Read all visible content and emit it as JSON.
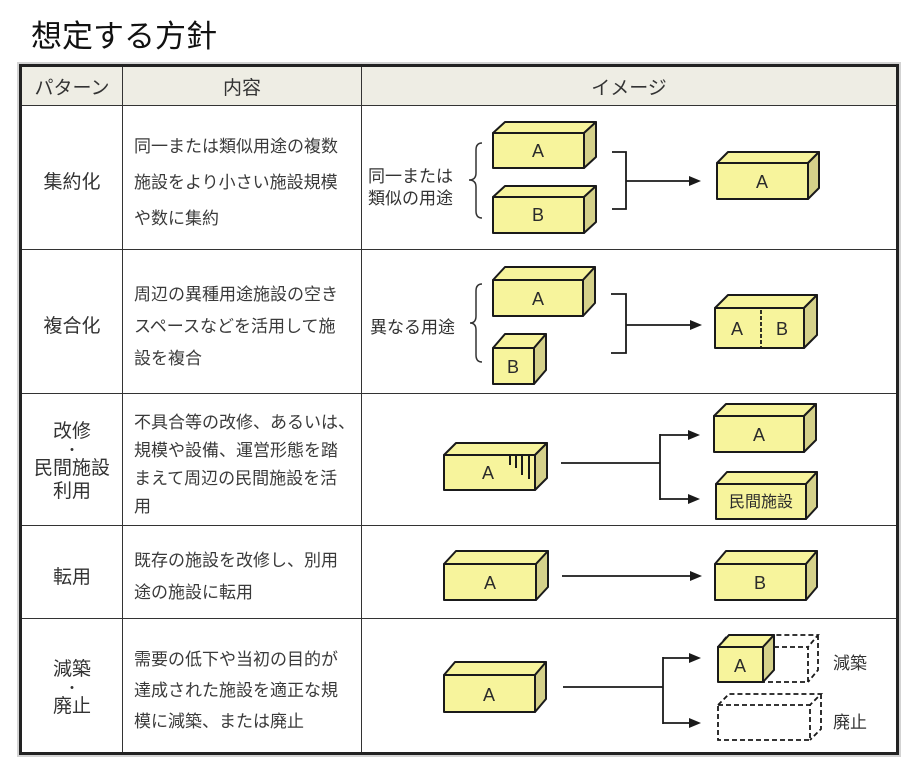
{
  "title": "想定する方針",
  "colors": {
    "header_bg": "#eeede4",
    "box_face": "#f7f49c",
    "box_side": "#d5d18a",
    "line": "#1a1a1a",
    "text": "#3a3a3a"
  },
  "table": {
    "headers": {
      "pattern": "パターン",
      "description": "内容",
      "image": "イメージ"
    },
    "rows": [
      {
        "pattern_lines": [
          "集約化"
        ],
        "description_lines": [
          "同一または類似用途の複数",
          "施設をより小さい施設規模",
          "や数に集約"
        ],
        "image": {
          "group_label_lines": [
            "同一または",
            "類似の用途"
          ],
          "before_boxes": [
            "A",
            "B"
          ],
          "after_boxes": [
            "A"
          ]
        }
      },
      {
        "pattern_lines": [
          "複合化"
        ],
        "description_lines": [
          "周辺の異種用途施設の空き",
          "スペースなどを活用して施",
          "設を複合"
        ],
        "image": {
          "group_label_lines": [
            "異なる用途"
          ],
          "before_boxes": [
            "A",
            "B"
          ],
          "after_boxes": [
            "A",
            "B"
          ]
        }
      },
      {
        "pattern_lines": [
          "改修",
          "・",
          "民間施設",
          "利用"
        ],
        "description_lines": [
          "不具合等の改修、あるいは、",
          "規模や設備、運営形態を踏",
          "まえて周辺の民間施設を活",
          "用"
        ],
        "image": {
          "before_boxes": [
            "A"
          ],
          "after_boxes": [
            "A",
            "民間施設"
          ]
        }
      },
      {
        "pattern_lines": [
          "転用"
        ],
        "description_lines": [
          "既存の施設を改修し、別用",
          "途の施設に転用"
        ],
        "image": {
          "before_boxes": [
            "A"
          ],
          "after_boxes": [
            "B"
          ]
        }
      },
      {
        "pattern_lines": [
          "減築",
          "・",
          "廃止"
        ],
        "description_lines": [
          "需要の低下や当初の目的が",
          "達成された施設を適正な規",
          "模に減築、または廃止"
        ],
        "image": {
          "before_boxes": [
            "A"
          ],
          "after_boxes": [
            {
              "label": "A",
              "caption": "減築"
            },
            {
              "label": "",
              "caption": "廃止"
            }
          ]
        }
      }
    ]
  }
}
